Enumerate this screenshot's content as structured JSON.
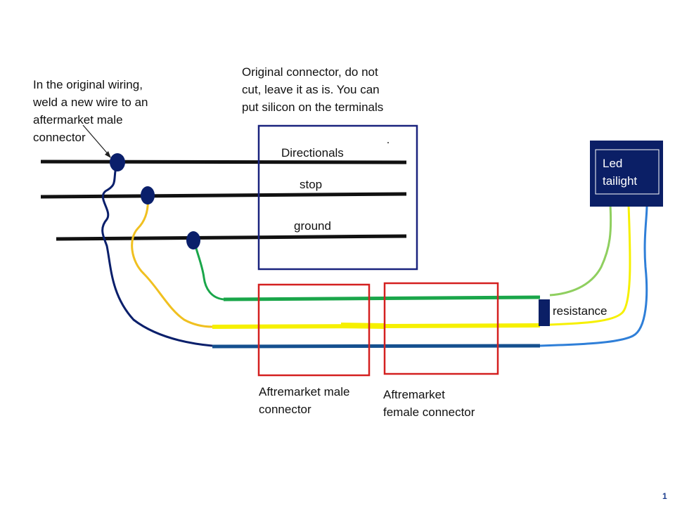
{
  "annotations": {
    "weld_note": "In the original wiring,\nweld a new wire to an\naftermarket male\nconnector",
    "original_note": "Original connector, do not\ncut, leave it as is. You can\nput silicon on the terminals"
  },
  "wires": {
    "directionals": "Directionals",
    "stop": "stop",
    "ground": "ground"
  },
  "components": {
    "led_tailight": "Led\ntailight",
    "resistance": "resistance",
    "male_connector": "Aftremarket male\nconnector",
    "female_connector": "Aftremarket\nfemale connector"
  },
  "page_number": "1",
  "colors": {
    "black_wire": "#111111",
    "navy": "#0a1f6b",
    "yellow": "#f6f000",
    "orange_yellow": "#f0c020",
    "green": "#1aa64a",
    "light_green": "#8fcf5f",
    "blue": "#15508f",
    "light_blue": "#2f7fd8",
    "red": "#d42020",
    "box_navy": "#0b1f66"
  }
}
